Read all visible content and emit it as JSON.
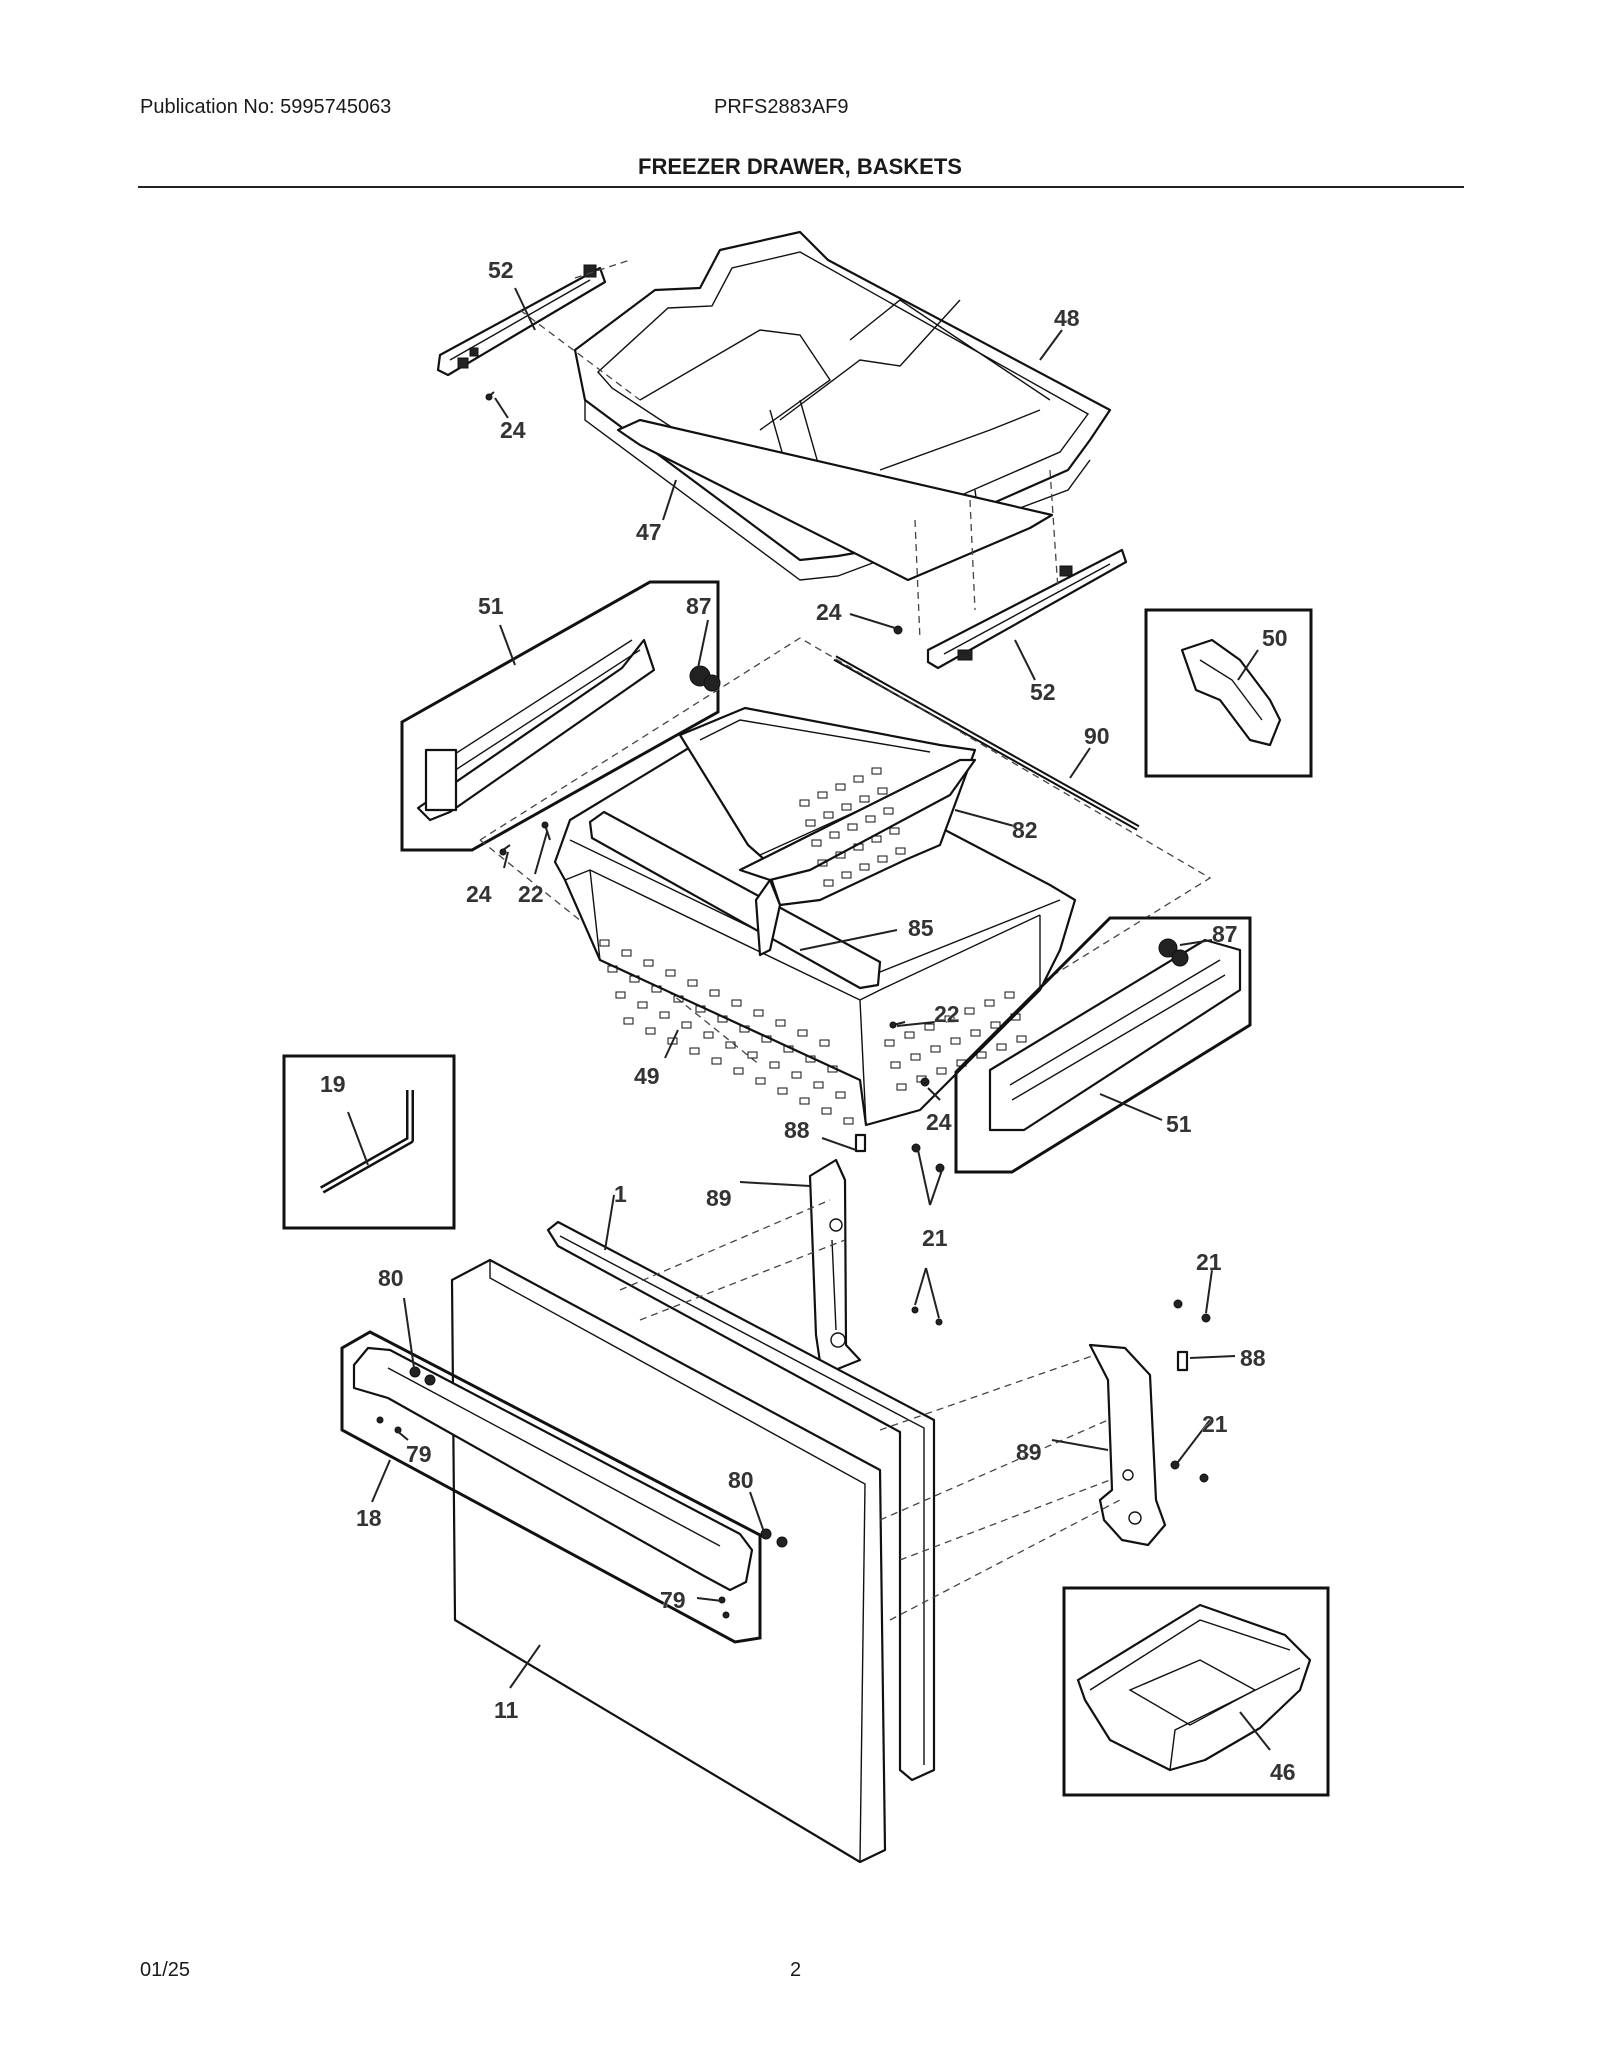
{
  "header": {
    "publication": "Publication No: 5995745063",
    "model": "PRFS2883AF9",
    "title": "FREEZER DRAWER, BASKETS"
  },
  "footer": {
    "date": "01/25",
    "page": "2"
  },
  "callouts": [
    {
      "id": "c52a",
      "text": "52"
    },
    {
      "id": "c48",
      "text": "48"
    },
    {
      "id": "c24a",
      "text": "24"
    },
    {
      "id": "c47",
      "text": "47"
    },
    {
      "id": "c51a",
      "text": "51"
    },
    {
      "id": "c87a",
      "text": "87"
    },
    {
      "id": "c24b",
      "text": "24"
    },
    {
      "id": "c52b",
      "text": "52"
    },
    {
      "id": "c50",
      "text": "50"
    },
    {
      "id": "c90",
      "text": "90"
    },
    {
      "id": "c82",
      "text": "82"
    },
    {
      "id": "c24c",
      "text": "24"
    },
    {
      "id": "c22a",
      "text": "22"
    },
    {
      "id": "c85",
      "text": "85"
    },
    {
      "id": "c87b",
      "text": "87"
    },
    {
      "id": "c22b",
      "text": "22"
    },
    {
      "id": "c49",
      "text": "49"
    },
    {
      "id": "c24d",
      "text": "24"
    },
    {
      "id": "c51b",
      "text": "51"
    },
    {
      "id": "c19",
      "text": "19"
    },
    {
      "id": "c88a",
      "text": "88"
    },
    {
      "id": "c1",
      "text": "1"
    },
    {
      "id": "c89a",
      "text": "89"
    },
    {
      "id": "c21a",
      "text": "21"
    },
    {
      "id": "c21b",
      "text": "21"
    },
    {
      "id": "c80a",
      "text": "80"
    },
    {
      "id": "c88b",
      "text": "88"
    },
    {
      "id": "c21c",
      "text": "21"
    },
    {
      "id": "c79a",
      "text": "79"
    },
    {
      "id": "c89b",
      "text": "89"
    },
    {
      "id": "c80b",
      "text": "80"
    },
    {
      "id": "c18",
      "text": "18"
    },
    {
      "id": "c79b",
      "text": "79"
    },
    {
      "id": "c11",
      "text": "11"
    },
    {
      "id": "c46",
      "text": "46"
    }
  ]
}
